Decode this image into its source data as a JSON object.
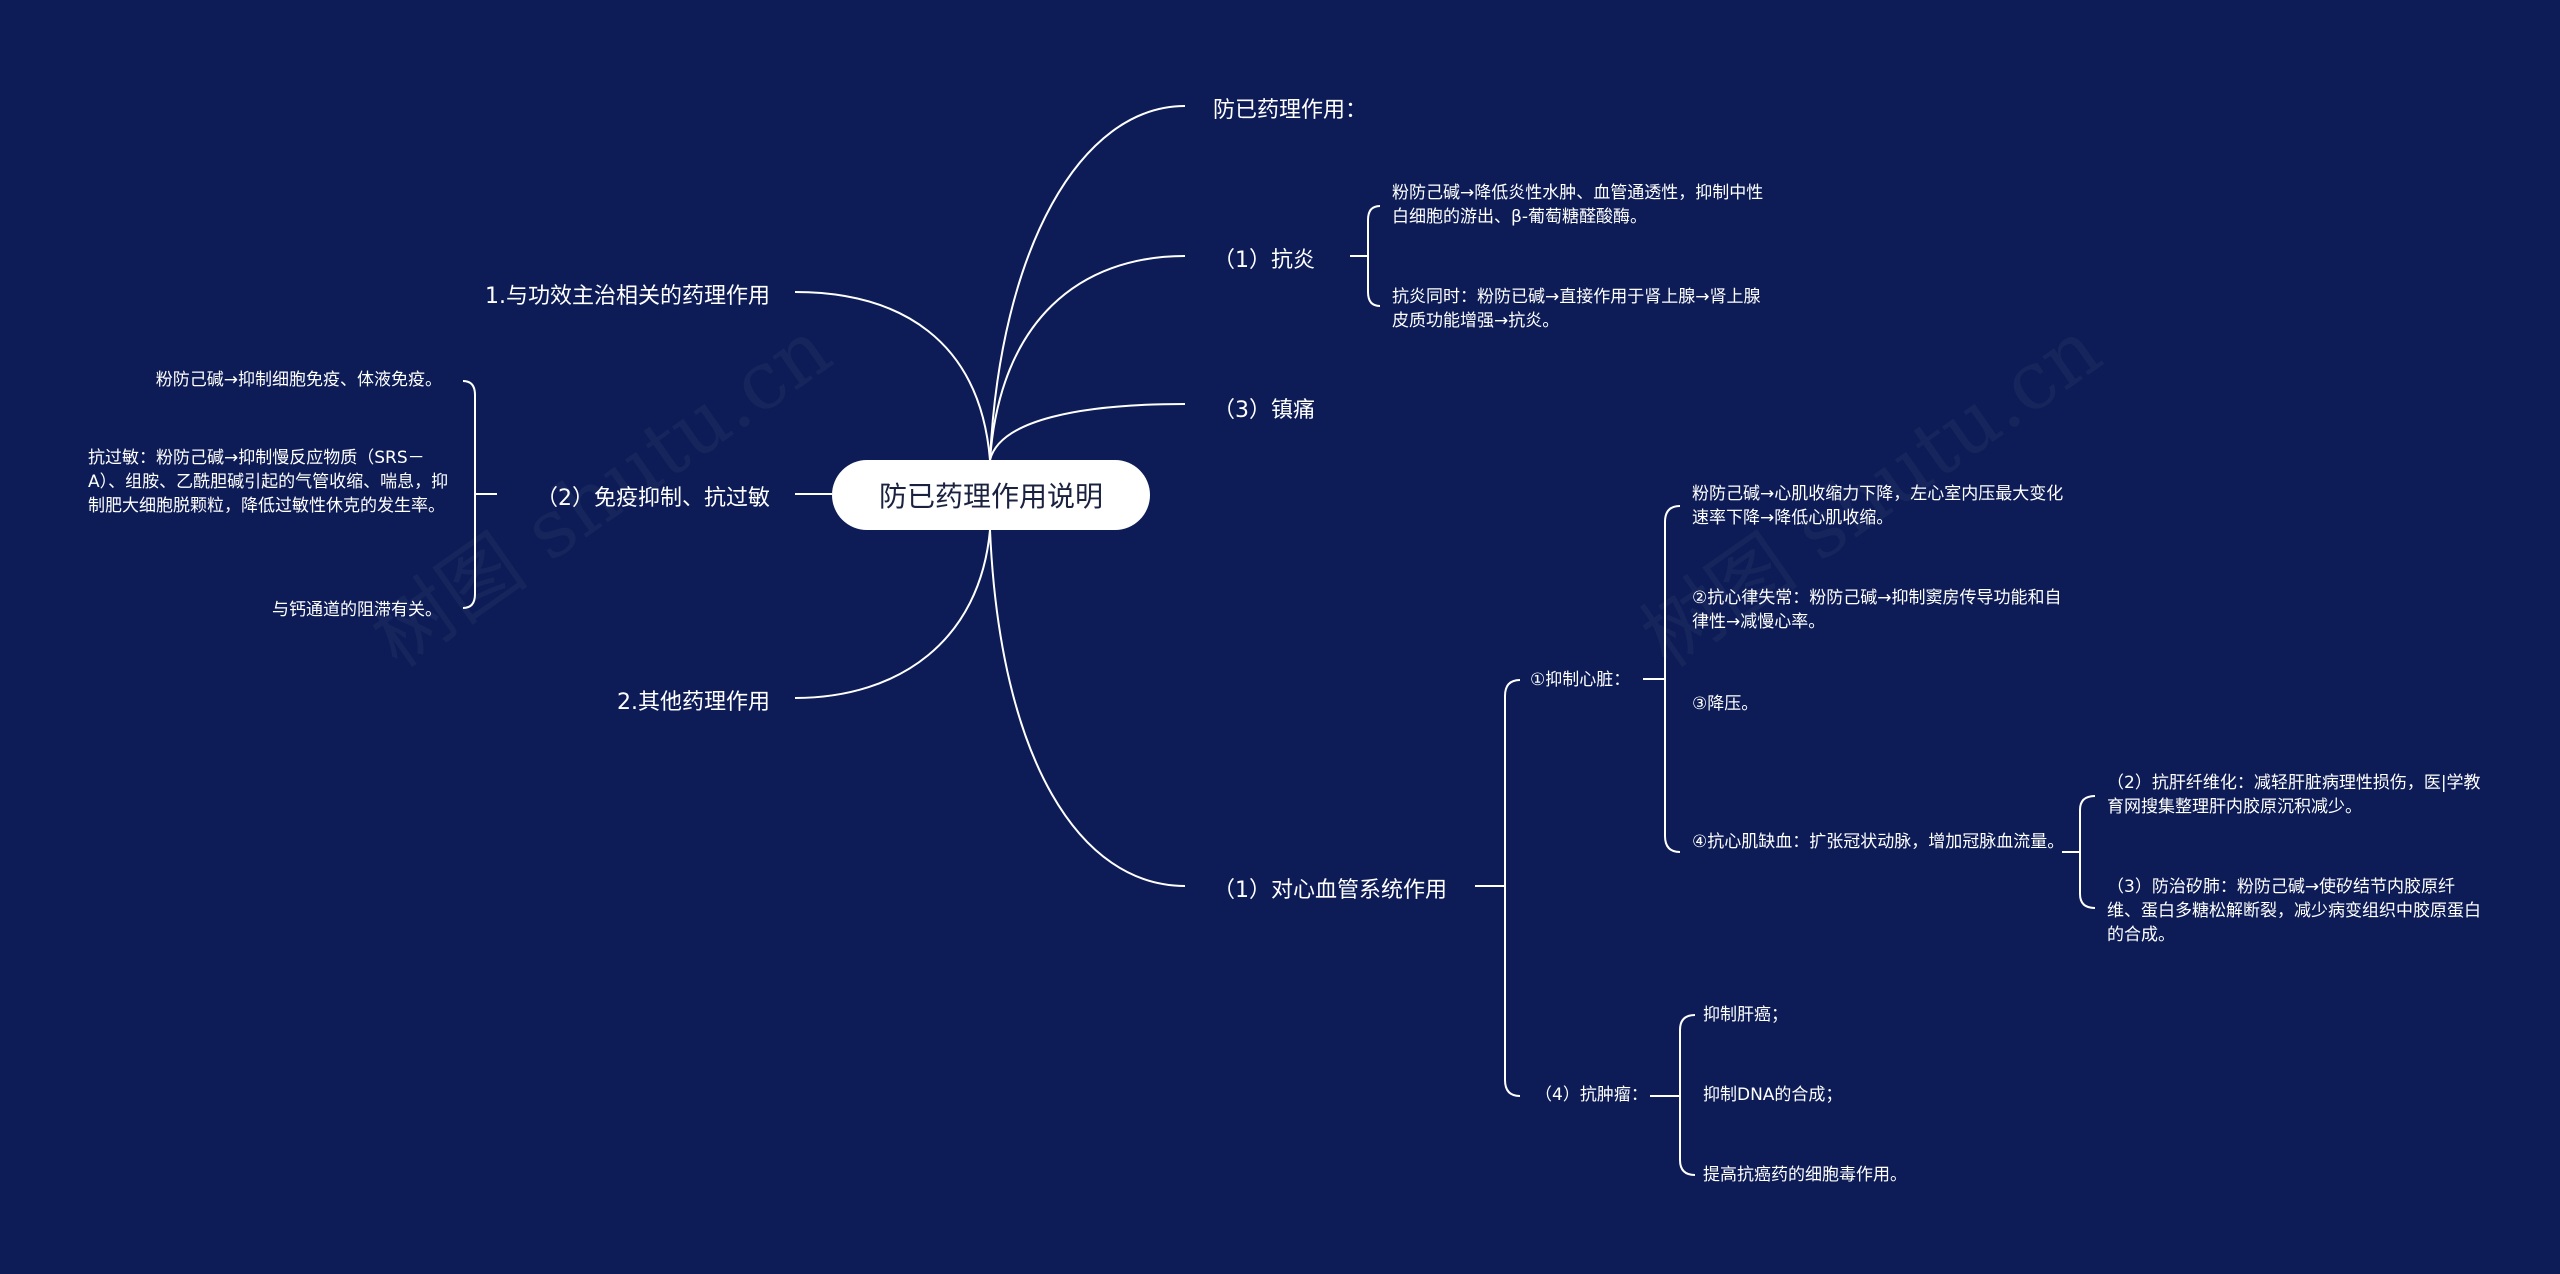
{
  "watermark": "树图 shutu.cn",
  "root": "防已药理作用说明",
  "left": {
    "b1": "1.与功效主治相关的药理作用",
    "b2": "（2）免疫抑制、抗过敏",
    "b2_items": [
      "粉防己碱→抑制细胞免疫、体液免疫。",
      "抗过敏：粉防己碱→抑制慢反应物质（SRS－A）、组胺、乙酰胆碱引起的气管收缩、喘息，抑制肥大细胞脱颗粒，降低过敏性休克的发生率。",
      "与钙通道的阻滞有关。"
    ],
    "b3": "2.其他药理作用"
  },
  "right": {
    "heading": "防已药理作用：",
    "anti_inflam": {
      "label": "（1）抗炎",
      "items": [
        "粉防己碱→降低炎性水肿、血管通透性，抑制中性白细胞的游出、β-葡萄糖醛酸酶。",
        "抗炎同时：粉防已碱→直接作用于肾上腺→肾上腺皮质功能增强→抗炎。"
      ]
    },
    "analgesic": "（3）镇痛",
    "cardio": {
      "label": "（1）对心血管系统作用",
      "heart": {
        "label": "①抑制心脏：",
        "items": [
          "粉防己碱→心肌收缩力下降，左心室内压最大变化速率下降→降低心肌收缩。",
          "②抗心律失常：粉防己碱→抑制窦房传导功能和自律性→减慢心率。",
          "③降压。",
          "④抗心肌缺血：扩张冠状动脉，增加冠脉血流量。"
        ],
        "sub_items": [
          "（2）抗肝纤维化：减轻肝脏病理性损伤，医|学教育网搜集整理肝内胶原沉积减少。",
          "（3）防治矽肺：粉防己碱→使矽结节内胶原纤维、蛋白多糖松解断裂，减少病变组织中胶原蛋白的合成。"
        ]
      },
      "tumor": {
        "label": "（4）抗肿瘤：",
        "items": [
          "抑制肝癌；",
          "抑制DNA的合成；",
          "提高抗癌药的细胞毒作用。"
        ]
      }
    }
  },
  "colors": {
    "background": "#0d1c56",
    "line": "#ffffff",
    "root_bg": "#ffffff",
    "root_text": "#1b2240"
  }
}
